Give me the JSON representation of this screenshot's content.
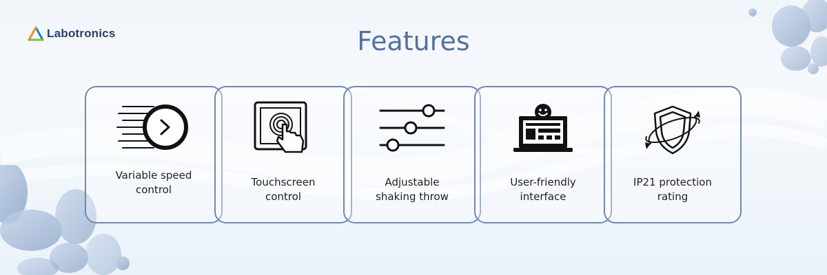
{
  "brand": {
    "name": "Labotronics"
  },
  "page": {
    "title": "Features"
  },
  "features": [
    {
      "label_lines": [
        "Variable speed",
        "control"
      ],
      "icon": "speed-gauge-icon"
    },
    {
      "label_lines": [
        "Touchscreen",
        "control"
      ],
      "icon": "touchscreen-finger-icon"
    },
    {
      "label_lines": [
        "Adjustable",
        "shaking throw"
      ],
      "icon": "adjustment-sliders-icon"
    },
    {
      "label_lines": [
        "User-friendly",
        "interface"
      ],
      "icon": "laptop-smiley-icon"
    },
    {
      "label_lines": [
        "IP21 protection",
        "rating"
      ],
      "icon": "shield-rotate-icon"
    }
  ],
  "colors": {
    "accent": "#55709e",
    "card_border": "#6f87b4",
    "brand_text": "#2b3f6b",
    "logo_orange": "#f39a1e",
    "logo_green": "#7fbf3a",
    "logo_blue": "#1c7fc4"
  }
}
